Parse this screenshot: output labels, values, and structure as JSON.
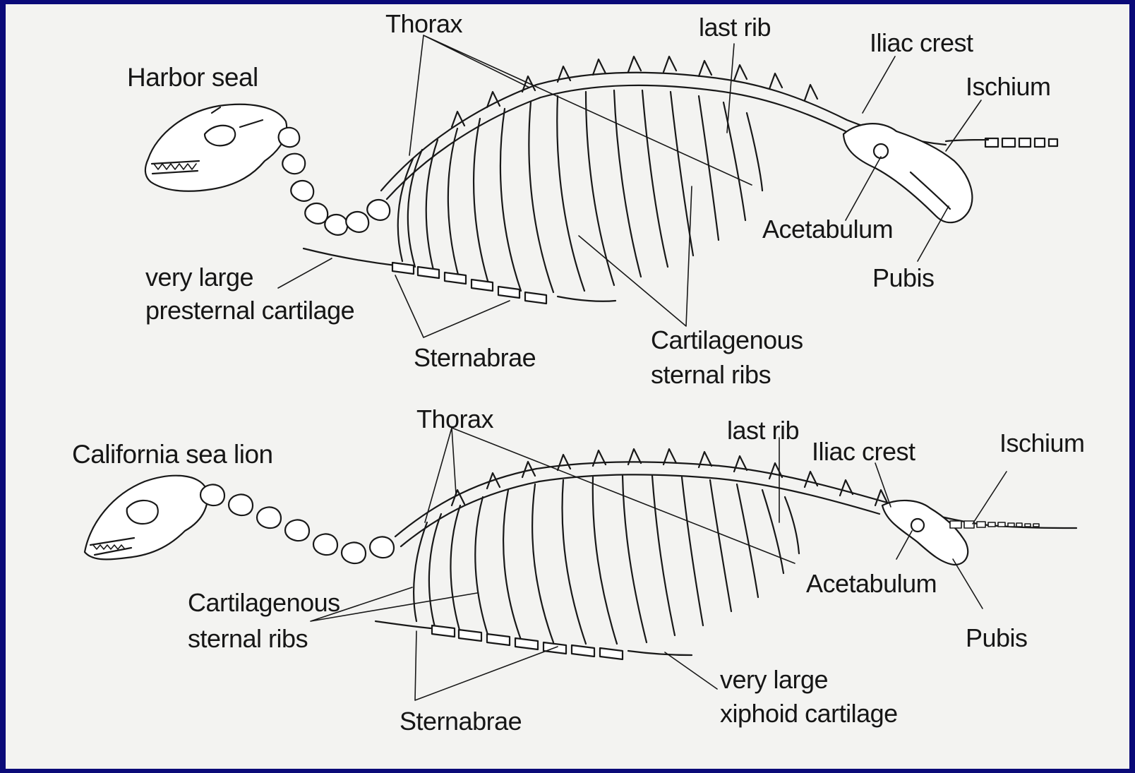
{
  "colors": {
    "frame": "#0a0a78",
    "paper": "#f3f3f1",
    "ink": "#161616",
    "bone_fill": "#ffffff"
  },
  "harbor_seal": {
    "title": "Harbor seal",
    "labels": {
      "thorax": "Thorax",
      "last_rib": "last rib",
      "iliac_crest": "Iliac crest",
      "ischium": "Ischium",
      "acetabulum": "Acetabulum",
      "pubis": "Pubis",
      "presternal_line1": "very large",
      "presternal_line2": "presternal cartilage",
      "sternabrae": "Sternabrae",
      "cart_ribs_line1": "Cartilagenous",
      "cart_ribs_line2": "sternal ribs"
    }
  },
  "sea_lion": {
    "title": "California sea lion",
    "labels": {
      "thorax": "Thorax",
      "last_rib": "last rib",
      "iliac_crest": "Iliac crest",
      "ischium": "Ischium",
      "acetabulum": "Acetabulum",
      "pubis": "Pubis",
      "cart_ribs_line1": "Cartilagenous",
      "cart_ribs_line2": "sternal ribs",
      "sternabrae": "Sternabrae",
      "xiphoid_line1": "very large",
      "xiphoid_line2": "xiphoid cartilage"
    }
  }
}
